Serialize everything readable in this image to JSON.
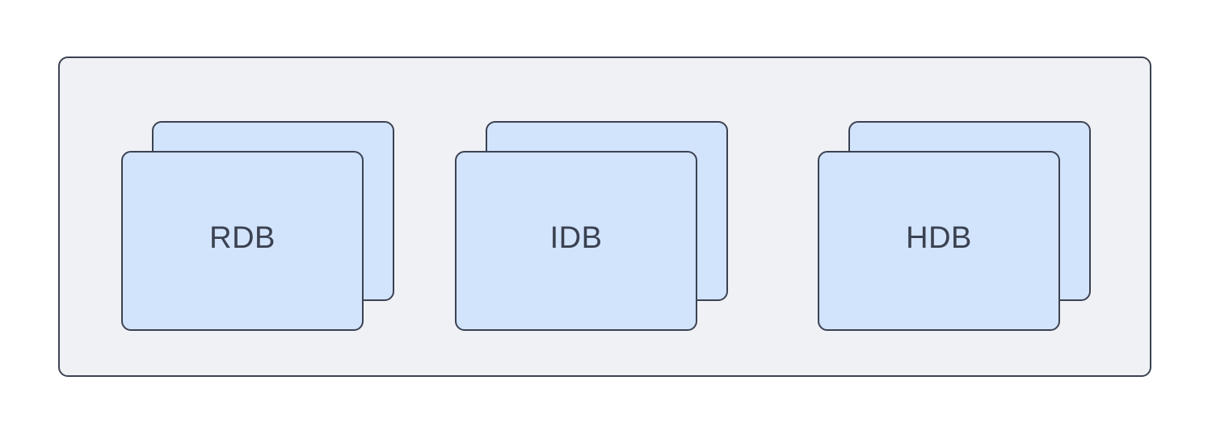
{
  "diagram": {
    "type": "stacked-node-diagram",
    "container_label": "",
    "stacks": [
      {
        "id": "rdb",
        "label": "RDB",
        "copies": 2
      },
      {
        "id": "idb",
        "label": "IDB",
        "copies": 2
      },
      {
        "id": "hdb",
        "label": "HDB",
        "copies": 2
      }
    ],
    "colors": {
      "page_bg": "#ffffff",
      "container_fill": "#f0f1f4",
      "container_border": "#3b4252",
      "card_fill": "#d2e3fc",
      "card_border": "#3b4252",
      "label_text": "#3a4150"
    }
  }
}
